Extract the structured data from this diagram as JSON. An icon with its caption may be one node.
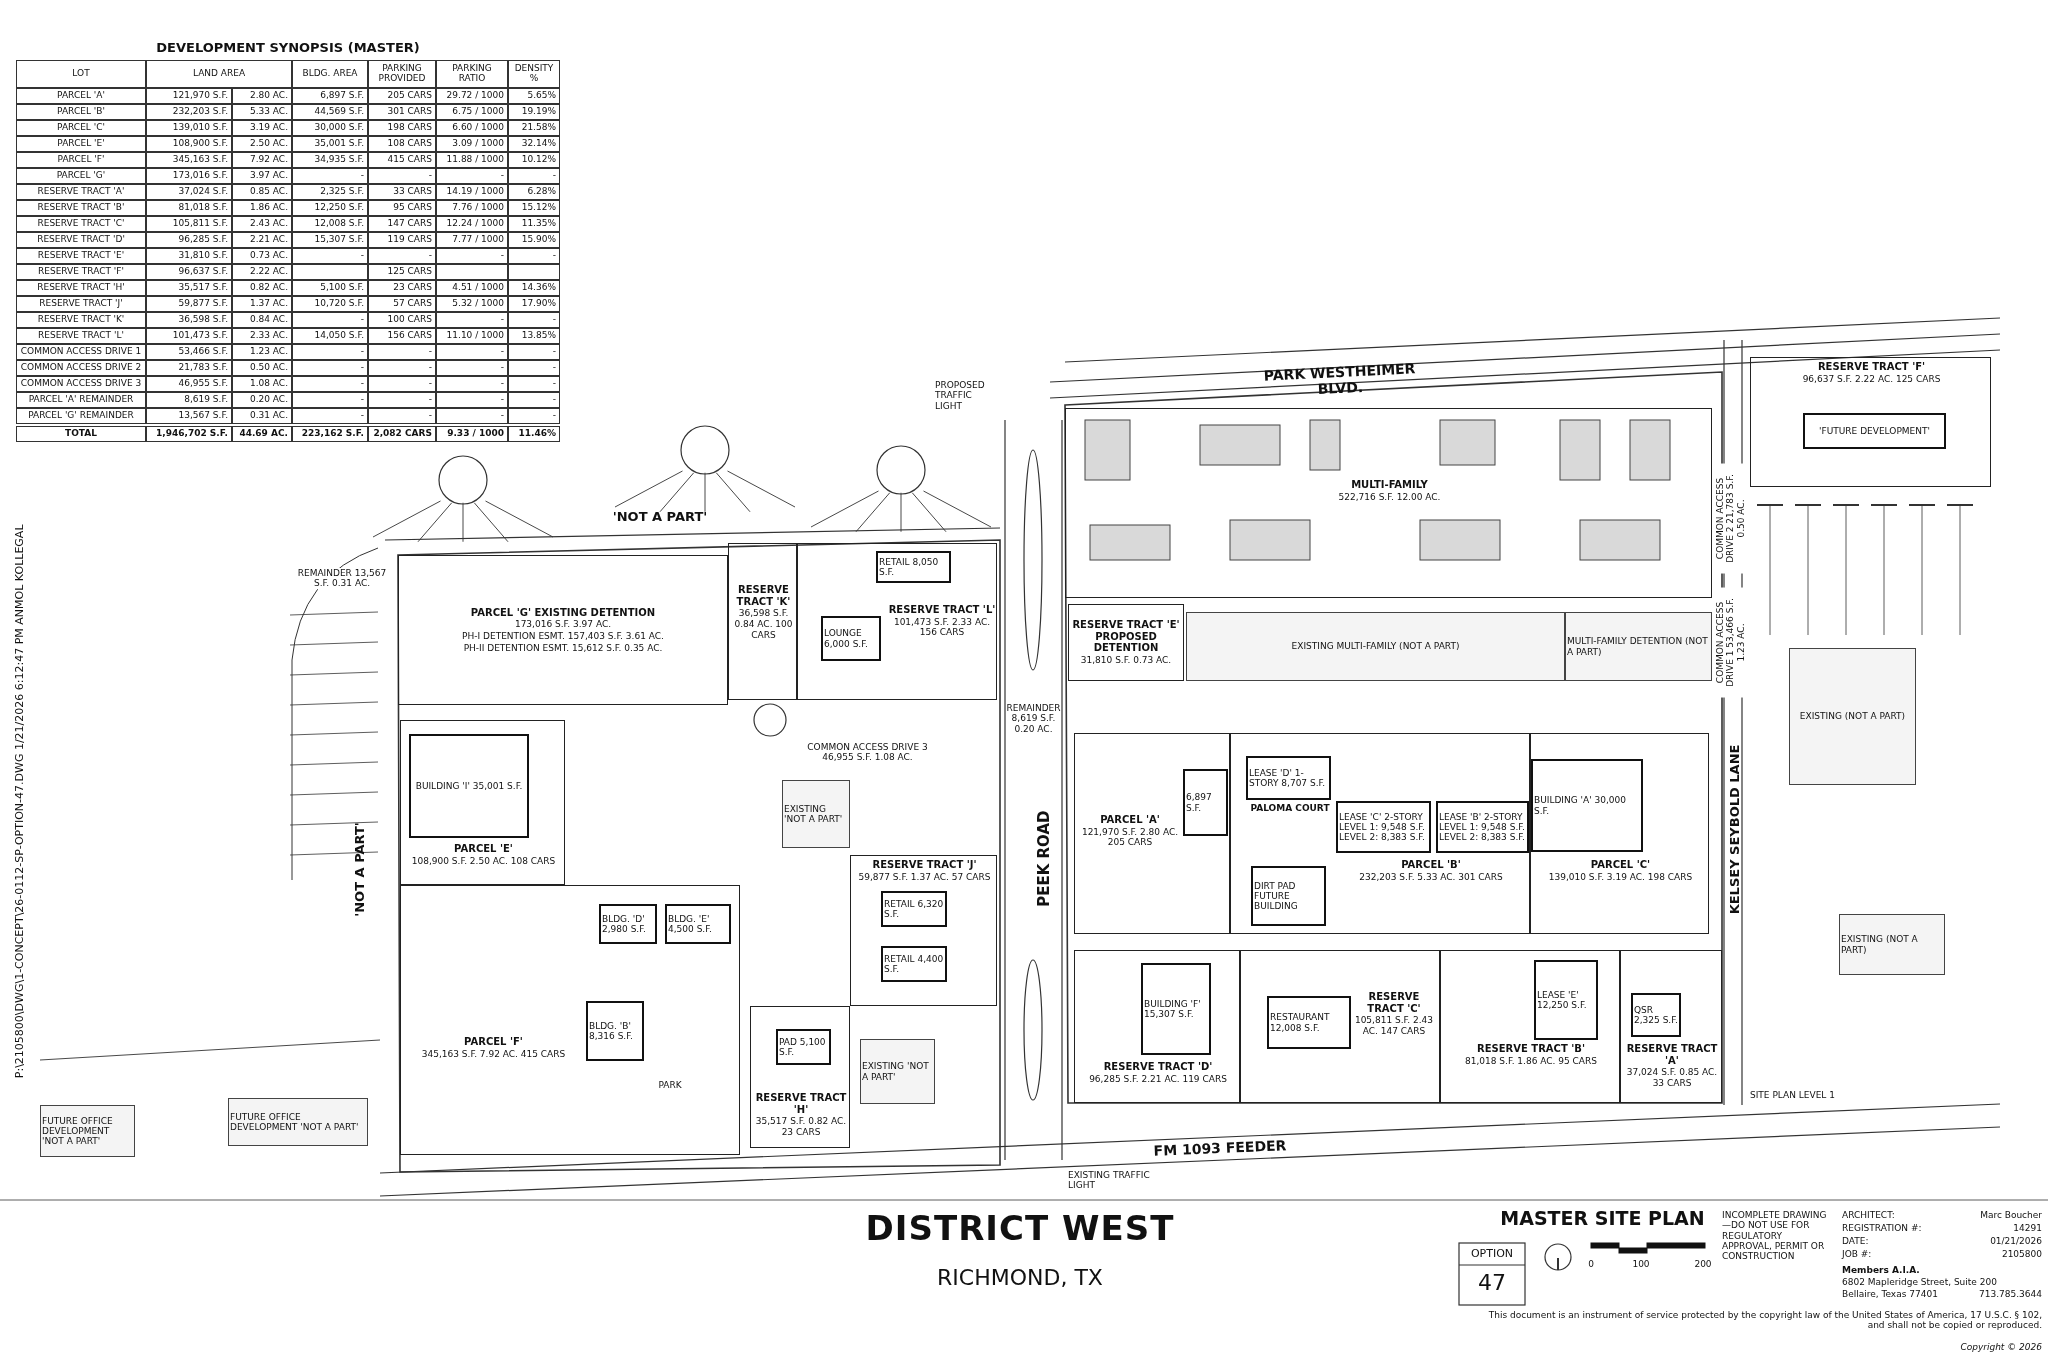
{
  "diagram": {
    "title": "DISTRICT WEST",
    "nodes": [
      {
        "text": [
          "PARCEL 'G' EXISTING DETENTION",
          "173,016 S.F. 3.97 AC.",
          "PH-I DETENTION ESMT. 157,403 S.F. 3.61 AC.",
          "PH-II DETENTION ESMT. 15,612 S.F. 0.35 AC."
        ]
      },
      {
        "text": [
          "RESERVE TRACT 'K'",
          "36,598 S.F. 0.84 AC. 100 CARS"
        ]
      },
      {
        "text": [
          "RESERVE TRACT 'L'",
          "101,473 S.F. 2.33 AC. 156 CARS"
        ]
      },
      {
        "text": [
          "RETAIL 8,050 S.F."
        ],
        "in": 2
      },
      {
        "text": [
          "LOUNGE 6,000 S.F."
        ],
        "in": 2
      },
      {
        "text": [
          "PARCEL 'E'",
          "108,900 S.F. 2.50 AC. 108 CARS"
        ]
      },
      {
        "text": [
          "BUILDING 'I' 35,001 S.F."
        ],
        "in": 5
      },
      {
        "text": [
          "PARCEL 'F'",
          "345,163 S.F. 7.92 AC. 415 CARS"
        ]
      },
      {
        "text": [
          "BLDG. 'D' 2,980 S.F."
        ],
        "in": 7
      },
      {
        "text": [
          "BLDG. 'E' 4,500 S.F."
        ],
        "in": 7
      },
      {
        "text": [
          "BLDG. 'B' 8,316 S.F."
        ],
        "in": 7
      },
      {
        "text": [
          "EXISTING 'NOT A PART'"
        ]
      },
      {
        "text": [
          "RESERVE TRACT 'J'",
          "59,877 S.F. 1.37 AC. 57 CARS"
        ]
      },
      {
        "text": [
          "RETAIL 6,320 S.F."
        ],
        "in": 12
      },
      {
        "text": [
          "RETAIL 4,400 S.F."
        ],
        "in": 12
      },
      {
        "text": [
          "RESERVE TRACT 'H'",
          "35,517 S.F. 0.82 AC. 23 CARS"
        ]
      },
      {
        "text": [
          "PAD 5,100 S.F."
        ],
        "in": 15
      },
      {
        "text": [
          "EXISTING 'NOT A PART'"
        ]
      },
      {
        "text": [
          "MULTI-FAMILY",
          "522,716 S.F. 12.00 AC."
        ]
      },
      {
        "text": [
          "RESERVE TRACT 'E' PROPOSED DETENTION",
          "31,810 S.F. 0.73 AC."
        ]
      },
      {
        "text": [
          "EXISTING MULTI-FAMILY (NOT A PART)"
        ]
      },
      {
        "text": [
          "MULTI-FAMILY DETENTION (NOT A PART)"
        ]
      },
      {
        "text": [
          "RESERVE TRACT 'F'",
          "96,637 S.F. 2.22 AC. 125 CARS"
        ]
      },
      {
        "text": [
          "'FUTURE DEVELOPMENT'"
        ],
        "in": 22
      },
      {
        "text": [
          "EXISTING (NOT A PART)"
        ]
      },
      {
        "text": [
          "PARCEL 'A'",
          "121,970 S.F. 2.80 AC. 205 CARS"
        ]
      },
      {
        "text": [
          "6,897 S.F."
        ],
        "in": 25
      },
      {
        "text": [
          "PARCEL 'B'",
          "232,203 S.F. 5.33 AC. 301 CARS"
        ]
      },
      {
        "text": [
          "LEASE 'D' 1-STORY 8,707 S.F."
        ],
        "in": 27
      },
      {
        "text": [
          "LEASE 'C' 2-STORY LEVEL 1: 9,548 S.F. LEVEL 2: 8,383 S.F."
        ],
        "in": 27
      },
      {
        "text": [
          "LEASE 'B' 2-STORY LEVEL 1: 9,548 S.F. LEVEL 2: 8,383 S.F."
        ],
        "in": 27
      },
      {
        "text": [
          "DIRT PAD FUTURE BUILDING"
        ],
        "in": 27
      },
      {
        "text": [
          "PARCEL 'C'",
          "139,010 S.F. 3.19 AC. 198 CARS"
        ]
      },
      {
        "text": [
          "BUILDING 'A' 30,000 S.F."
        ],
        "in": 32
      },
      {
        "text": [
          "EXISTING (NOT A PART)"
        ]
      },
      {
        "text": [
          "RESERVE TRACT 'D'",
          "96,285 S.F. 2.21 AC. 119 CARS"
        ]
      },
      {
        "text": [
          "BUILDING 'F' 15,307 S.F."
        ],
        "in": 35
      },
      {
        "text": [
          "RESERVE TRACT 'C'",
          "105,811 S.F. 2.43 AC. 147 CARS"
        ]
      },
      {
        "text": [
          "RESTAURANT 12,008 S.F."
        ],
        "in": 37
      },
      {
        "text": [
          "RESERVE TRACT 'B'",
          "81,018 S.F. 1.86 AC. 95 CARS"
        ]
      },
      {
        "text": [
          "LEASE 'E' 12,250 S.F."
        ],
        "in": 39
      },
      {
        "text": [
          "RESERVE TRACT 'A'",
          "37,024 S.F. 0.85 AC. 33 CARS"
        ]
      },
      {
        "text": [
          "QSR 2,325 S.F."
        ],
        "in": 41
      },
      {
        "text": [
          "FUTURE OFFICE DEVELOPMENT 'NOT A PART'"
        ]
      },
      {
        "text": [
          "FUTURE OFFICE DEVELOPMENT 'NOT A PART'"
        ]
      }
    ],
    "labels": [
      "DEVELOPMENT SYNOPSIS (MASTER)",
      "LOT",
      "LAND AREA",
      "BLDG. AREA",
      "PARKING PROVIDED",
      "PARKING RATIO",
      "DENSITY %",
      "PARCEL 'A'",
      "121,970 S.F.",
      "2.80 AC.",
      "6,897 S.F.",
      "205 CARS",
      "29.72 / 1000",
      "5.65%",
      "PARCEL 'B'",
      "232,203 S.F.",
      "5.33 AC.",
      "44,569 S.F.",
      "301 CARS",
      "6.75 / 1000",
      "19.19%",
      "PARCEL 'C'",
      "139,010 S.F.",
      "3.19 AC.",
      "30,000 S.F.",
      "198 CARS",
      "6.60 / 1000",
      "21.58%",
      "PARCEL 'E'",
      "108,900 S.F.",
      "2.50 AC.",
      "35,001 S.F.",
      "108 CARS",
      "3.09 / 1000",
      "32.14%",
      "PARCEL 'F'",
      "345,163 S.F.",
      "7.92 AC.",
      "34,935 S.F.",
      "415 CARS",
      "11.88 / 1000",
      "10.12%",
      "PARCEL 'G'",
      "173,016 S.F.",
      "3.97 AC.",
      "-",
      "-",
      "-",
      "-",
      "RESERVE TRACT 'A'",
      "37,024 S.F.",
      "0.85 AC.",
      "2,325 S.F.",
      "33 CARS",
      "14.19 / 1000",
      "6.28%",
      "RESERVE TRACT 'B'",
      "81,018 S.F.",
      "1.86 AC.",
      "12,250 S.F.",
      "95 CARS",
      "7.76 / 1000",
      "15.12%",
      "RESERVE TRACT 'C'",
      "105,811 S.F.",
      "2.43 AC.",
      "12,008 S.F.",
      "147 CARS",
      "12.24 / 1000",
      "11.35%",
      "RESERVE TRACT 'D'",
      "96,285 S.F.",
      "2.21 AC.",
      "15,307 S.F.",
      "119 CARS",
      "7.77 / 1000",
      "15.90%",
      "RESERVE TRACT 'E'",
      "31,810 S.F.",
      "0.73 AC.",
      "-",
      "-",
      "-",
      "-",
      "RESERVE TRACT 'F'",
      "96,637 S.F.",
      "2.22 AC.",
      "125 CARS",
      "RESERVE TRACT 'H'",
      "35,517 S.F.",
      "0.82 AC.",
      "5,100 S.F.",
      "23 CARS",
      "4.51 / 1000",
      "14.36%",
      "RESERVE TRACT 'J'",
      "59,877 S.F.",
      "1.37 AC.",
      "10,720 S.F.",
      "57 CARS",
      "5.32 / 1000",
      "17.90%",
      "RESERVE TRACT 'K'",
      "36,598 S.F.",
      "0.84 AC.",
      "-",
      "100 CARS",
      "-",
      "-",
      "RESERVE TRACT 'L'",
      "101,473 S.F.",
      "2.33 AC.",
      "14,050 S.F.",
      "156 CARS",
      "11.10 / 1000",
      "13.85%",
      "COMMON ACCESS DRIVE 1",
      "53,466 S.F.",
      "1.23 AC.",
      "-",
      "-",
      "-",
      "-",
      "COMMON ACCESS DRIVE 2",
      "21,783 S.F.",
      "0.50 AC.",
      "-",
      "-",
      "-",
      "-",
      "COMMON ACCESS DRIVE 3",
      "46,955 S.F.",
      "1.08 AC.",
      "-",
      "-",
      "-",
      "-",
      "PARCEL 'A' REMAINDER",
      "8,619 S.F.",
      "0.20 AC.",
      "-",
      "-",
      "-",
      "-",
      "PARCEL 'G' REMAINDER",
      "13,567 S.F.",
      "0.31 AC.",
      "-",
      "-",
      "-",
      "-",
      "TOTAL",
      "1,946,702 S.F.",
      "44.69 AC.",
      "223,162 S.F.",
      "2,082 CARS",
      "9.33 / 1000",
      "11.46%",
      "'NOT A PART'",
      "PARK WESTHEIMER BLVD.",
      "PROPOSED TRAFFIC LIGHT",
      "REMAINDER 13,567 S.F. 0.31 AC.",
      "'NOT A PART'",
      "P:\\2105800\\DWG\\1-CONCEPT\\26-0112-SP-OPTION-47.DWG 1/21/2026 6:12:47 PM ANMOL KOLLEGAL",
      "REMAINDER 8,619 S.F. 0.20 AC.",
      "COMMON ACCESS DRIVE 3 46,955 S.F. 1.08 AC.",
      "COMMON ACCESS DRIVE 2 21,783 S.F. 0.50 AC.",
      "COMMON ACCESS DRIVE 1 53,466 S.F. 1.23 AC.",
      "PEEK ROAD",
      "PALOMA COURT",
      "KELSEY SEYBOLD LANE",
      "PARK",
      "FM 1093 FEEDER",
      "EXISTING TRAFFIC LIGHT",
      "SITE PLAN LEVEL 1",
      "RICHMOND, TX",
      "MASTER SITE PLAN",
      "OPTION",
      "47",
      "0",
      "100",
      "200",
      "INCOMPLETE DRAWING—DO NOT USE FOR REGULATORY APPROVAL, PERMIT OR CONSTRUCTION",
      "ARCHITECT:",
      "Marc Boucher",
      "REGISTRATION #:",
      "14291",
      "DATE:",
      "01/21/2026",
      "JOB #:",
      "2105800",
      "Members A.I.A.",
      "6802 Mapleridge Street, Suite 200",
      "Bellaire, Texas 77401",
      "713.785.3644",
      "This document is an instrument of service protected by the copyright law of the United States of America, 17 U.S.C. § 102, and shall not be copied or reproduced.",
      "Copyright © 2026"
    ]
  }
}
